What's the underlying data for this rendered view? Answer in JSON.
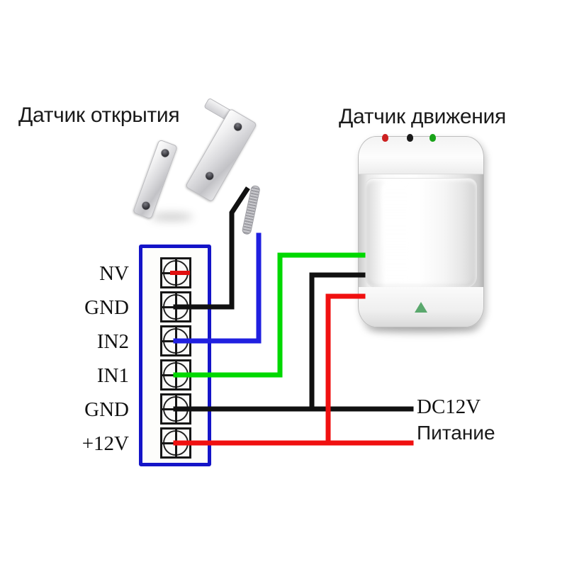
{
  "diagram": {
    "title_door_sensor": "Датчик открытия",
    "title_motion_sensor": "Датчик движения",
    "terminals": [
      {
        "label": "NV",
        "wire_color": "#e01010",
        "wire_name": "red-stub"
      },
      {
        "label": "GND",
        "wire_color": "#111111",
        "wire_name": "black-door-return"
      },
      {
        "label": "IN2",
        "wire_color": "#2020e0",
        "wire_name": "blue-door-signal"
      },
      {
        "label": "IN1",
        "wire_color": "#00d800",
        "wire_name": "green-pir-signal"
      },
      {
        "label": "GND",
        "wire_color": "#111111",
        "wire_name": "black-ground"
      },
      {
        "label": "+12V",
        "wire_color": "#f01010",
        "wire_name": "red-power"
      }
    ],
    "power": {
      "voltage_label": "DC12V",
      "supply_label": "Питание"
    },
    "pir_indicator_dots": [
      {
        "name": "red-led-dot",
        "color": "#cc2020"
      },
      {
        "name": "black-led-dot",
        "color": "#1b1b1b"
      },
      {
        "name": "green-led-dot",
        "color": "#19a319"
      }
    ],
    "colors": {
      "terminal_border": "#1414c8",
      "wire_red": "#f01010",
      "wire_black": "#111111",
      "wire_blue": "#2020e0",
      "wire_green": "#00d800",
      "background": "#ffffff"
    }
  }
}
